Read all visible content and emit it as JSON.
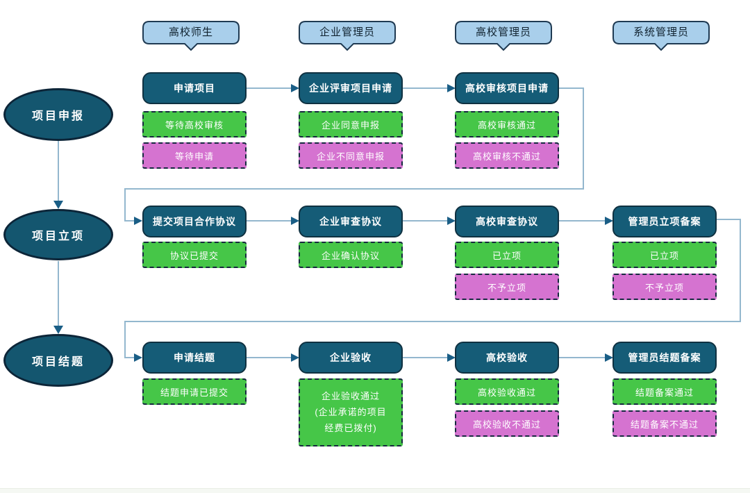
{
  "colors": {
    "node_fill": "#155C77",
    "node_border": "#0F3141",
    "phase_fill": "#14566F",
    "role_fill": "#A9CFEB",
    "role_border": "#1F3A52",
    "status_green": "#46C648",
    "status_magenta": "#D573D0",
    "status_border": "#16293F",
    "wire": "#93B7CE",
    "arrowhead": "#1A5E86"
  },
  "roles": [
    {
      "label": "高校师生"
    },
    {
      "label": "企业管理员"
    },
    {
      "label": "高校管理员"
    },
    {
      "label": "系统管理员"
    }
  ],
  "phases": [
    {
      "label": "项目申报"
    },
    {
      "label": "项目立项"
    },
    {
      "label": "项目结题"
    }
  ],
  "rows": [
    {
      "steps": [
        {
          "title": "申请项目",
          "statuses": [
            {
              "type": "green",
              "text": "等待高校审核"
            },
            {
              "type": "magenta",
              "text": "等待申请"
            }
          ]
        },
        {
          "title": "企业评审项目申请",
          "statuses": [
            {
              "type": "green",
              "text": "企业同意申报"
            },
            {
              "type": "magenta",
              "text": "企业不同意申报"
            }
          ]
        },
        {
          "title": "高校审核项目申请",
          "statuses": [
            {
              "type": "green",
              "text": "高校审核通过"
            },
            {
              "type": "magenta",
              "text": "高校审核不通过"
            }
          ]
        }
      ]
    },
    {
      "steps": [
        {
          "title": "提交项目合作协议",
          "statuses": [
            {
              "type": "green",
              "text": "协议已提交"
            }
          ]
        },
        {
          "title": "企业审查协议",
          "statuses": [
            {
              "type": "green",
              "text": "企业确认协议"
            }
          ]
        },
        {
          "title": "高校审查协议",
          "statuses": [
            {
              "type": "green",
              "text": "已立项"
            },
            {
              "type": "magenta",
              "text": "不予立项"
            }
          ]
        },
        {
          "title": "管理员立项备案",
          "statuses": [
            {
              "type": "green",
              "text": "已立项"
            },
            {
              "type": "magenta",
              "text": "不予立项"
            }
          ]
        }
      ]
    },
    {
      "steps": [
        {
          "title": "申请结题",
          "statuses": [
            {
              "type": "green",
              "text": "结题申请已提交"
            }
          ]
        },
        {
          "title": "企业验收",
          "statuses": [
            {
              "type": "green",
              "lines": [
                "企业验收通过",
                "(企业承诺的项目",
                "经费已拨付)"
              ]
            }
          ]
        },
        {
          "title": "高校验收",
          "statuses": [
            {
              "type": "green",
              "text": "高校验收通过"
            },
            {
              "type": "magenta",
              "text": "高校验收不通过"
            }
          ]
        },
        {
          "title": "管理员结题备案",
          "statuses": [
            {
              "type": "green",
              "text": "结题备案通过"
            },
            {
              "type": "magenta",
              "text": "结题备案不通过"
            }
          ]
        }
      ]
    }
  ]
}
